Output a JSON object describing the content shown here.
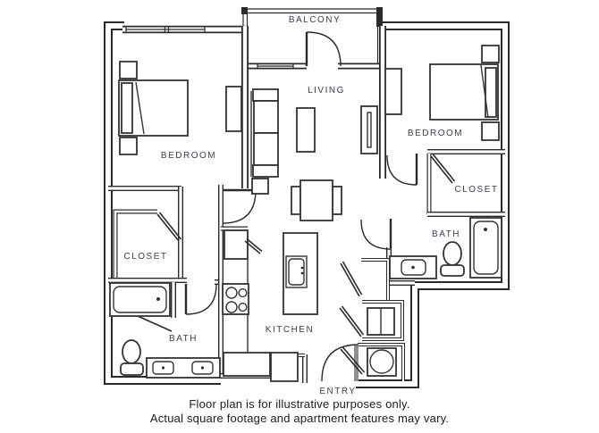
{
  "plan": {
    "rooms": [
      {
        "id": "balcony",
        "label": "BALCONY"
      },
      {
        "id": "living",
        "label": "LIVING"
      },
      {
        "id": "bedroom-left",
        "label": "BEDROOM"
      },
      {
        "id": "bedroom-right",
        "label": "BEDROOM"
      },
      {
        "id": "closet-left",
        "label": "CLOSET"
      },
      {
        "id": "closet-right",
        "label": "CLOSET"
      },
      {
        "id": "bath-left",
        "label": "BATH"
      },
      {
        "id": "bath-right",
        "label": "BATH"
      },
      {
        "id": "kitchen",
        "label": "KITCHEN"
      },
      {
        "id": "entry",
        "label": "ENTRY"
      }
    ],
    "disclaimer": {
      "line1": "Floor plan is for illustrative purposes only.",
      "line2": "Actual square footage and apartment features may vary."
    },
    "colors": {
      "wall": "#2a2a2a",
      "room_label": "#3a424e",
      "disclaimer_text": "#1c1c1c",
      "background": "#ffffff",
      "jamb_shadow": "#8f8f8f"
    }
  }
}
